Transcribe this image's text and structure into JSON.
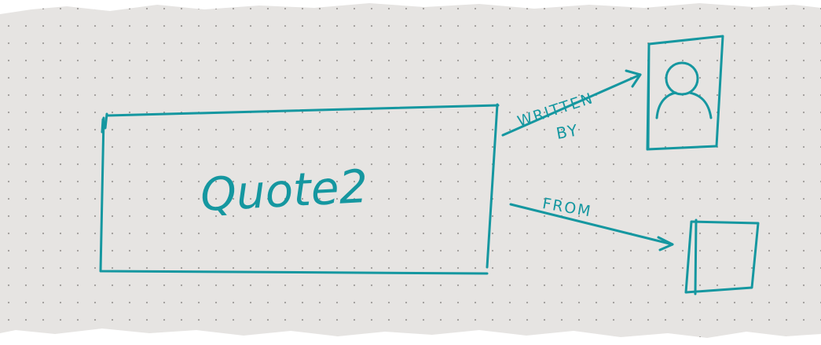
{
  "diagram": {
    "ink_color": "#1597a0",
    "paper_color": "#e6e4e2",
    "dot_color": "#9e9b98",
    "quote_box": {
      "label": "Quote2"
    },
    "relations": [
      {
        "id": "written-by",
        "label_line1": "WRITTEN",
        "label_line2": "BY",
        "target": "author"
      },
      {
        "id": "from",
        "label_line1": "FROM",
        "target": "book"
      }
    ],
    "nodes": {
      "author": {
        "icon": "person-portrait-icon"
      },
      "book": {
        "icon": "book-icon"
      }
    }
  }
}
